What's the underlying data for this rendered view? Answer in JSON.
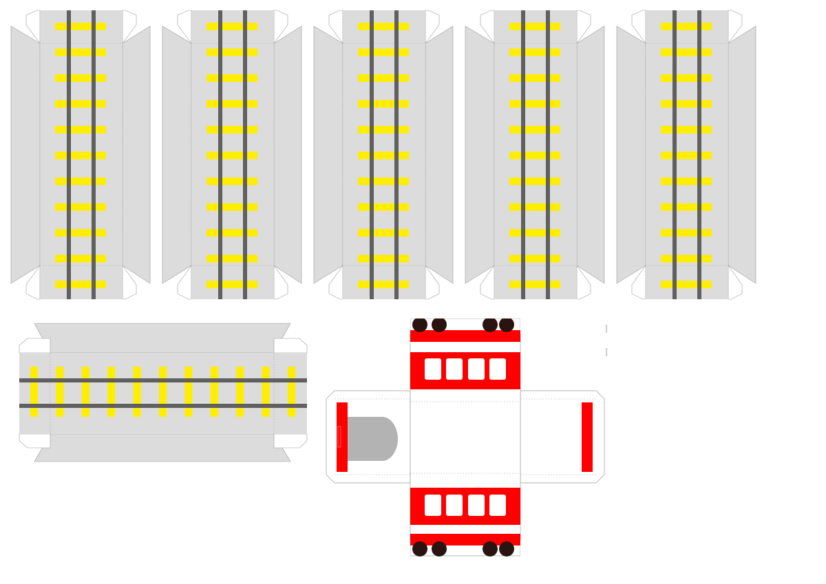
{
  "sheet": {
    "description_visible_text": "",
    "vertical_track_pieces": 5,
    "horizontal_track_pieces": 1,
    "sleepers_per_piece": 11,
    "tram_window_rows": 2,
    "windows_per_row": 4
  },
  "colors": {
    "background": "#ffffff",
    "track_base": "#dcdcdc",
    "track_tab": "#ffffff",
    "fold_line": "#b0b0b0",
    "rail": "#606060",
    "sleeper": "#ffee00",
    "tram_body": "#ffffff",
    "tram_red": "#ff0000",
    "tram_window": "#ffffff",
    "tram_wheel": "#2a1412",
    "tram_nose": "#b3b3b3",
    "outline": "#9a9a9a"
  }
}
